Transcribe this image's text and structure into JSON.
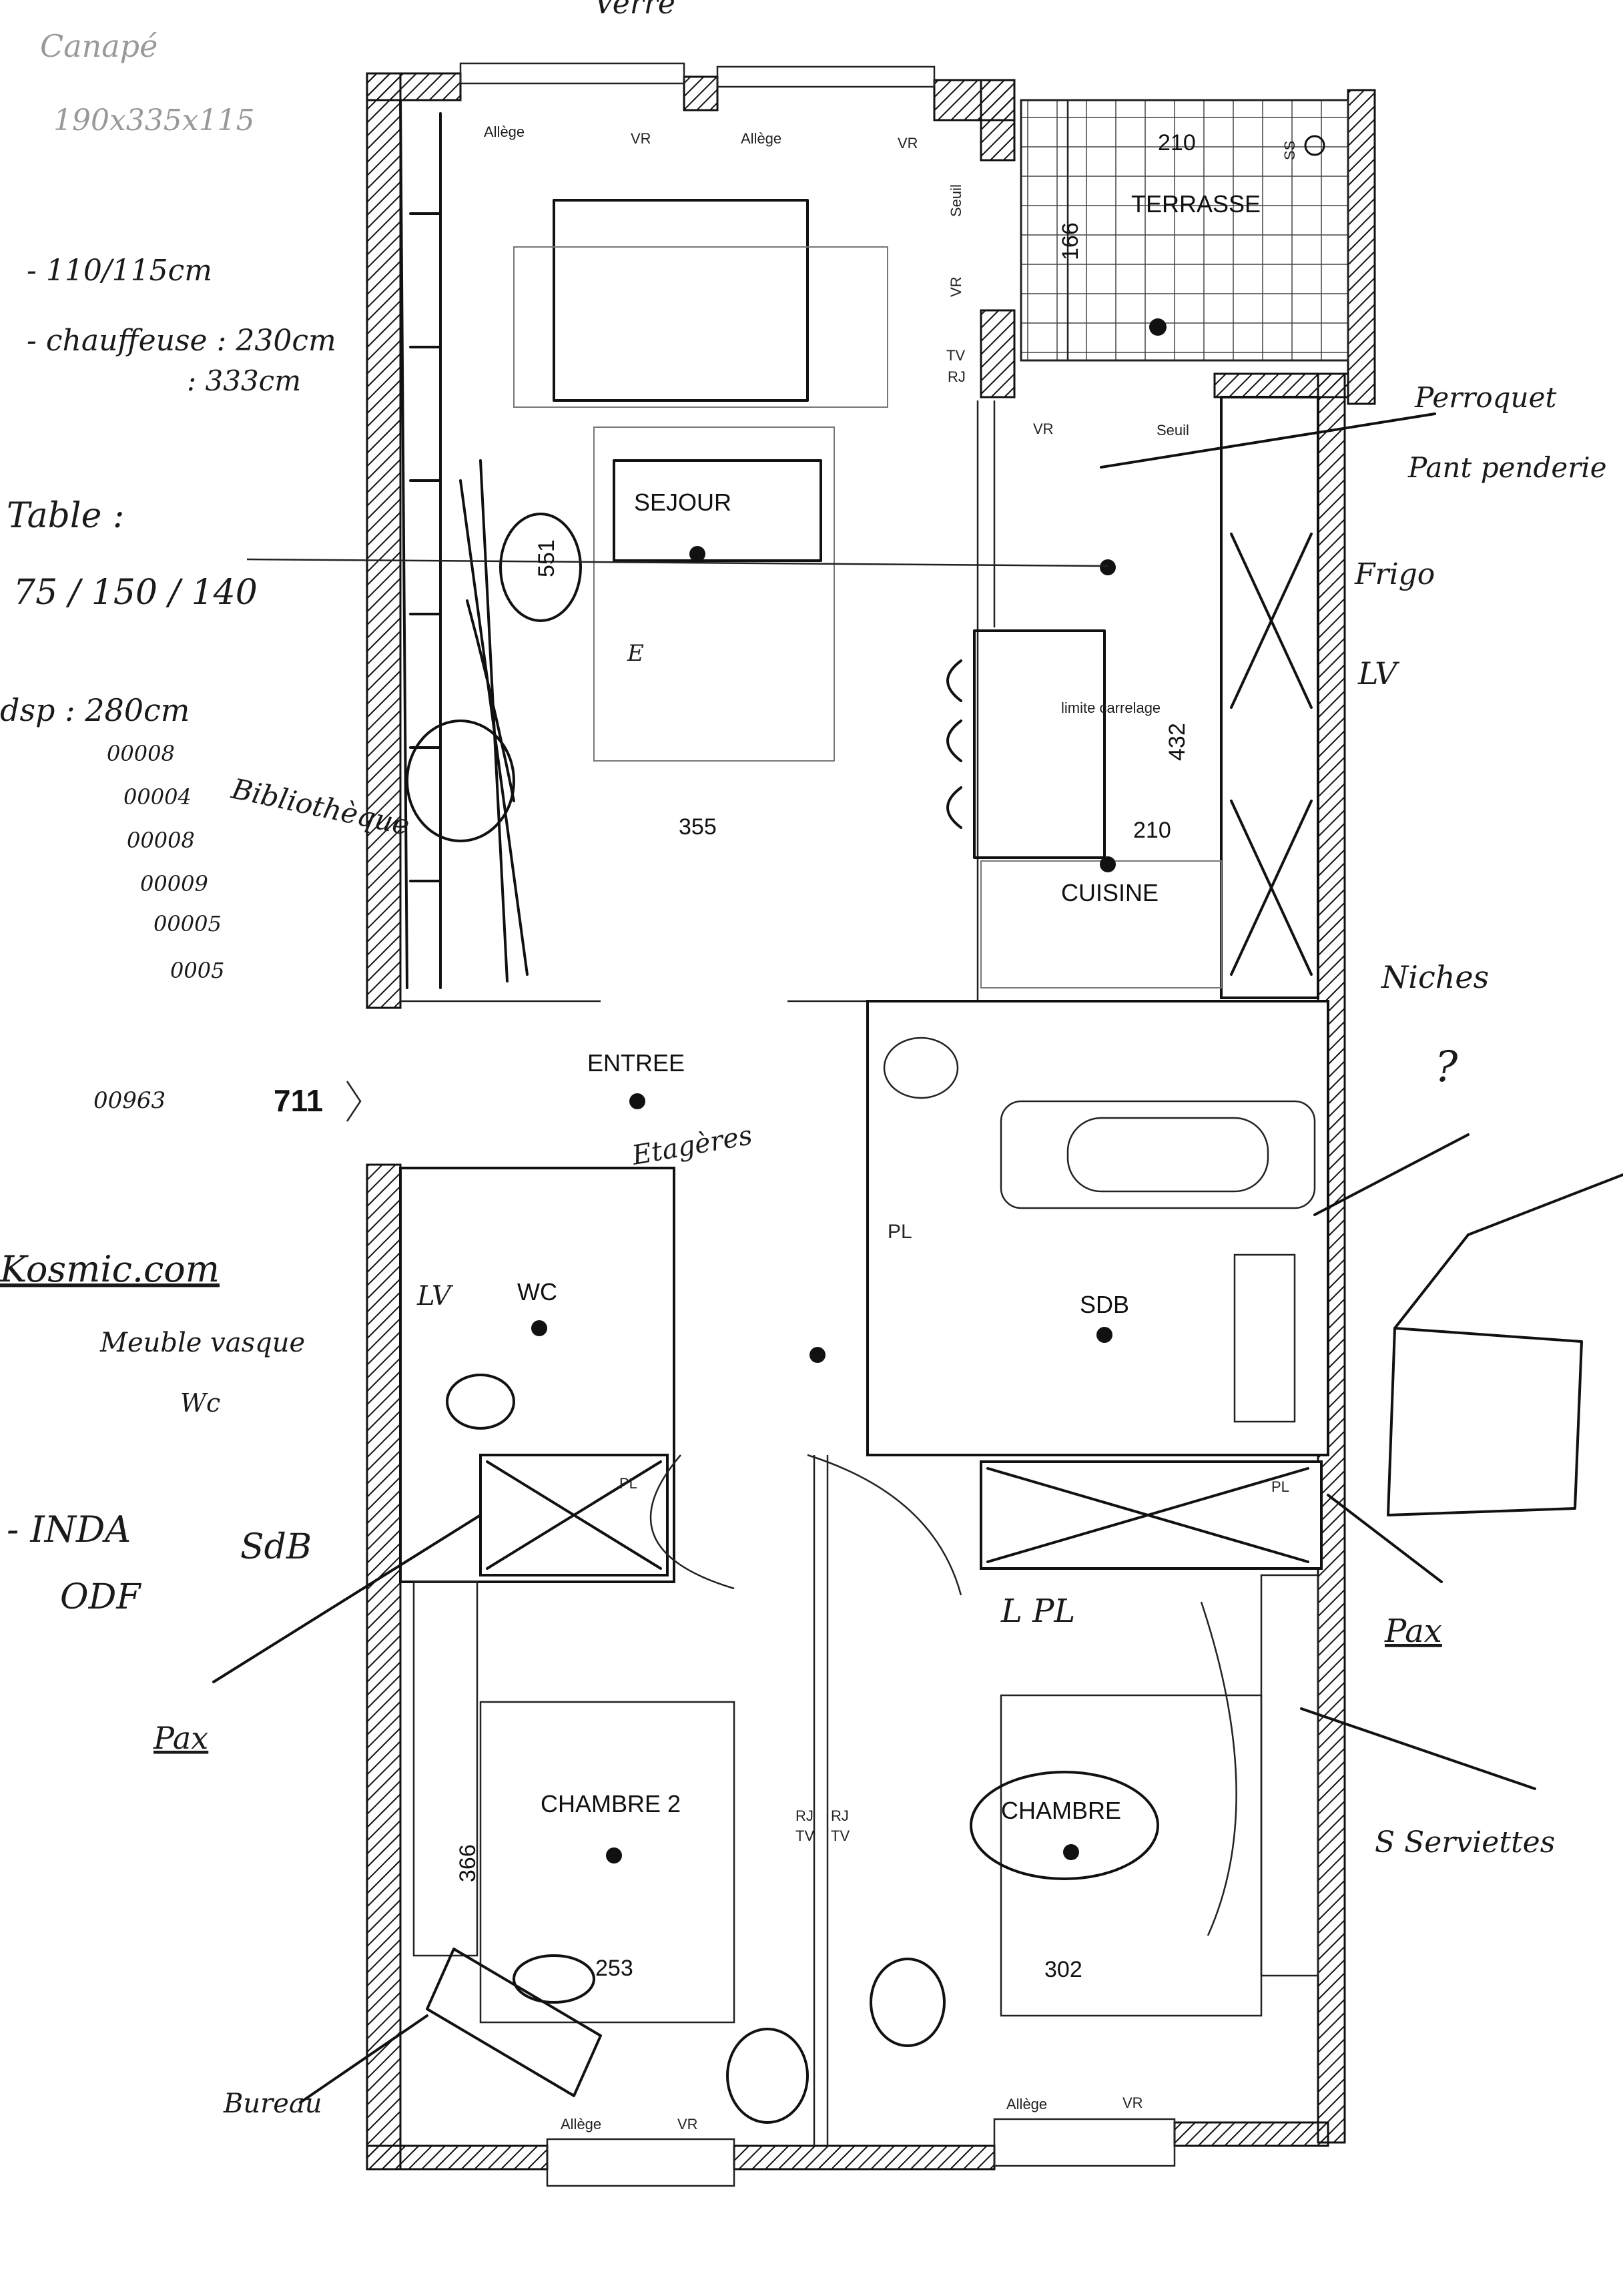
{
  "rooms": {
    "sejour": "SEJOUR",
    "terrasse": "TERRASSE",
    "cuisine": "CUISINE",
    "entree": "ENTREE",
    "wc": "WC",
    "sdb": "SDB",
    "chambre2": "CHAMBRE 2",
    "chambre": "CHAMBRE"
  },
  "dimensions": {
    "terrasse_width": "210",
    "terrasse_depth": "166",
    "sejour_width": "355",
    "sejour_depth": "551",
    "cuisine_width": "210",
    "cuisine_depth": "432",
    "chambre2_width": "253",
    "chambre2_depth": "366",
    "chambre_width": "302",
    "total": "711"
  },
  "small_labels": {
    "allege": "Allège",
    "vr": "VR",
    "seuil": "Seuil",
    "tv": "TV",
    "rj": "RJ",
    "limite_carrelage": "limite carrelage",
    "pl": "PL",
    "lv": "LV",
    "ss": "SS"
  },
  "annotations": {
    "verre": "Verre",
    "canape_1": "Canapé",
    "canape_2": "190x335x115",
    "line_1": "- 110/115cm",
    "line_2": "- chauffeuse : 230cm",
    "line_3": ": 333cm",
    "table_1": "Table :",
    "table_2": "75 / 150 / 140",
    "dsp": "dsp : 280cm",
    "bibliotheque": "Bibliothèque",
    "codes": [
      "00008",
      "00004",
      "00008",
      "00009",
      "00005",
      "0005"
    ],
    "code_final": "00963",
    "kosmic": "Kosmic.com",
    "meuble_vasque": "Meuble vasque",
    "wc_arrow": "Wc",
    "inda": "- INDA",
    "odf": "ODF",
    "sdb_hand": "SdB",
    "pax_left": "Pax",
    "pax_right": "Pax",
    "bureau": "Bureau",
    "perroquet_1": "Perroquet",
    "perroquet_2": "Pant penderie",
    "frigo": "Frigo",
    "lv_hand": "LV",
    "niches": "Niches",
    "question": "?",
    "sservieres": "S Serviettes",
    "lpl": "L PL",
    "etageres": "Etagères",
    "lv_wc": "LV",
    "e": "E"
  }
}
